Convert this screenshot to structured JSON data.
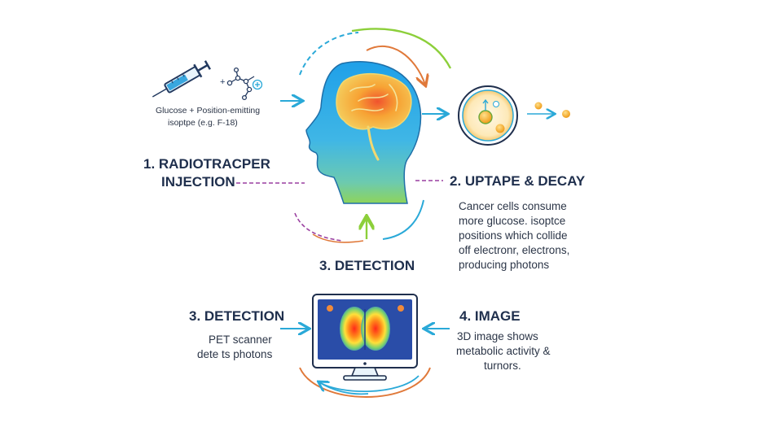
{
  "injection": {
    "label_lines": [
      "Glucose + Position-emitting",
      "isoptpe (e.g. F-18)"
    ],
    "title_lines": [
      "1. RADIOTRACPER",
      "INJECTION"
    ]
  },
  "uptake": {
    "title": "2. UPTAPE & DECAY",
    "body_lines": [
      "Cancer cells consume",
      "more glucose. isoptce",
      "positions which collide",
      "off electronr, electrons,",
      "producing photons"
    ]
  },
  "detection_center": {
    "title": "3. DETECTION"
  },
  "detection": {
    "title": "3. DETECTION",
    "body_lines": [
      "PET scanner",
      "dete ts photons"
    ]
  },
  "image": {
    "title": "4. IMAGE",
    "body_lines": [
      "3D image shows",
      "metabolic activity &",
      "turnors."
    ]
  },
  "colors": {
    "navy": "#1f2f4d",
    "cyan": "#2aa9d8",
    "green": "#8ccf3a",
    "orange": "#e0793a",
    "purple": "#9a3fa0",
    "monitor_frame": "#2c8fc8"
  },
  "icons": [
    "syringe-icon",
    "molecule-icon",
    "head-brain-icon",
    "cell-icon",
    "particle-icon",
    "monitor-icon",
    "brain-scan-icon"
  ]
}
